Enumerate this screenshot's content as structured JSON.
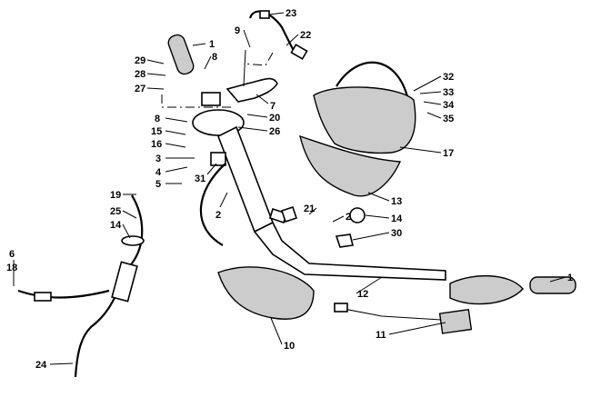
{
  "title": "Handlebar and steering assembly parts diagram",
  "callouts": [
    "1",
    "9",
    "23",
    "22",
    "8",
    "29",
    "28",
    "27",
    "7",
    "32",
    "33",
    "34",
    "35",
    "20",
    "26",
    "8",
    "15",
    "16",
    "3",
    "4",
    "5",
    "31",
    "17",
    "19",
    "25",
    "14",
    "2",
    "21",
    "2",
    "14",
    "13",
    "30",
    "6",
    "18",
    "1",
    "12",
    "10",
    "11",
    "24"
  ]
}
